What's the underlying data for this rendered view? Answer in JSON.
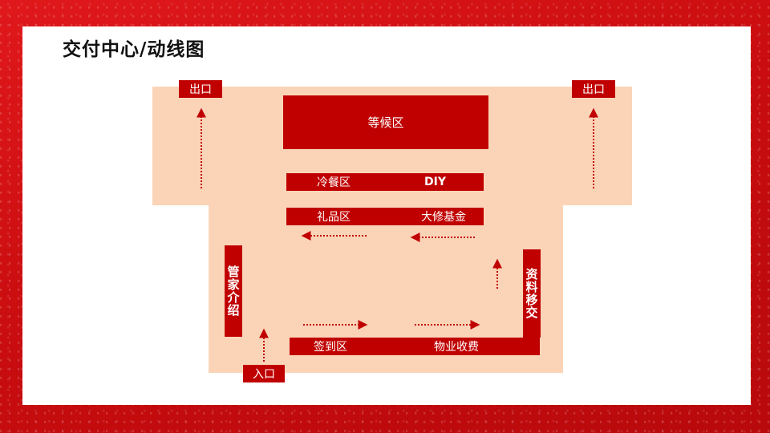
{
  "title": "交付中心/动线图",
  "areas": {
    "exit_left": "出口",
    "exit_right": "出口",
    "waiting": "等候区",
    "cold_meal": "冷餐区",
    "diy": "DIY",
    "gift": "礼品区",
    "repair_fund": "大修基金",
    "steward_intro": "管家介绍",
    "docs_handover": "资料移交",
    "checkin": "签到区",
    "property_fee": "物业收费",
    "entrance": "入口"
  },
  "colors": {
    "accent": "#c00000",
    "zone_fill": "#fbd4b8",
    "arrow": "#c00000",
    "frame": "#d10f12"
  }
}
